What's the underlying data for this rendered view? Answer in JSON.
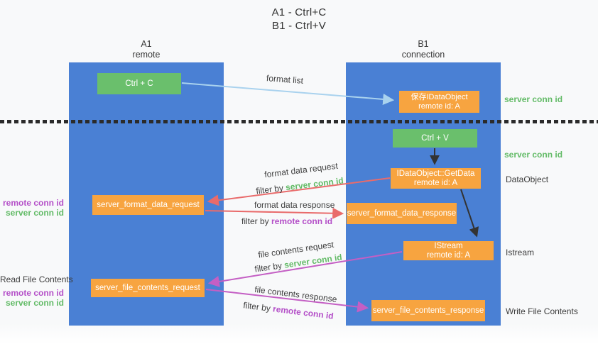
{
  "title": {
    "line1": "A1 - Ctrl+C",
    "line2": "B1 - Ctrl+V"
  },
  "lanes": {
    "left": {
      "name": "A1",
      "subtitle": "remote"
    },
    "right": {
      "name": "B1",
      "subtitle": "connection"
    }
  },
  "nodes": {
    "ctrl_c": {
      "label": "Ctrl + C"
    },
    "save_idataobject": {
      "line1": "保存IDataObject",
      "line2": "remote id: A"
    },
    "ctrl_v": {
      "label": "Ctrl + V"
    },
    "getdata": {
      "line1": "IDataObject::GetData",
      "line2": "remote id: A"
    },
    "format_request": {
      "label": "server_format_data_request"
    },
    "format_response": {
      "label": "server_format_data_response"
    },
    "istream": {
      "line1": "IStream",
      "line2": "remote id: A"
    },
    "file_request": {
      "label": "server_file_contents_request"
    },
    "file_response": {
      "label": "server_file_contents_response"
    }
  },
  "edge_labels": {
    "format_list": "format list",
    "format_data_request": {
      "title": "format data request",
      "filter_prefix": "filter by",
      "filter_key": "server conn id"
    },
    "format_data_response": {
      "title": "format data response",
      "filter_prefix": "filter by",
      "filter_key": "remote conn id"
    },
    "file_contents_request": {
      "title": "file contents request",
      "filter_prefix": "filter by",
      "filter_key": "server conn id"
    },
    "file_contents_response": {
      "title": "file contents response",
      "filter_prefix": "filter by",
      "filter_key": "remote conn id"
    }
  },
  "annotations": {
    "right": [
      {
        "text": "server conn id"
      },
      {
        "text": "server conn id"
      },
      {
        "text": "DataObject"
      },
      {
        "text": "Istream"
      },
      {
        "text": "Write File Contents"
      }
    ],
    "left": [
      {
        "text": "remote conn id"
      },
      {
        "text": "server conn id"
      },
      {
        "text": "Read File Contents"
      },
      {
        "text": "remote conn id"
      },
      {
        "text": "server conn id"
      }
    ]
  },
  "colors": {
    "lane_blue": "#4a80d4",
    "box_green": "#6abf6c",
    "box_orange": "#f7a440",
    "arrow_light_blue": "#a9d2ee",
    "arrow_red": "#e96b6b",
    "arrow_magenta": "#c45fc4",
    "arrow_black": "#333333",
    "server_conn_green": "#63bb67",
    "remote_conn_purple": "#b44fc8"
  }
}
